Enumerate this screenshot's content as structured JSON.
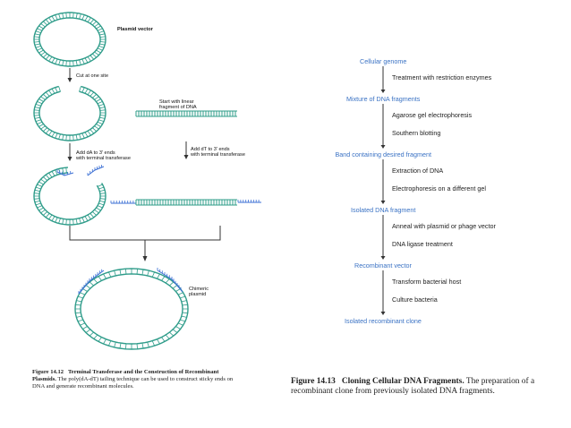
{
  "left_figure": {
    "labels": {
      "plasmid_vector": "Plasmid vector",
      "cut": "Cut at one site",
      "start_linear_1": "Start with linear",
      "start_linear_2": "fragment of DNA",
      "add_da_1": "Add dA to 3' ends",
      "add_da_2": "with terminal transferase",
      "add_dt_1": "Add dT to 3' ends",
      "add_dt_2": "with terminal transferase",
      "chimeric_1": "Chimeric",
      "chimeric_2": "plasmid"
    },
    "caption": {
      "number": "Figure 14.12",
      "title": "Terminal Transferase and the Construction of Recombinant Plasmids.",
      "text": "The poly(dA-dT) tailing technique can be used to construct sticky ends on DNA and generate recombinant molecules."
    },
    "colors": {
      "dna": "#2f9c8a",
      "tail": "#3b6fd4",
      "arrow": "#333333"
    }
  },
  "right_figure": {
    "flow": [
      {
        "stage": "Cellular genome",
        "steps": [
          "Treatment with restriction enzymes"
        ]
      },
      {
        "stage": "Mixture of DNA fragments",
        "steps": [
          "Agarose gel electrophoresis",
          "Southern blotting"
        ]
      },
      {
        "stage": "Band containing desired fragment",
        "steps": [
          "Extraction of DNA",
          "Electrophoresis on a different gel"
        ]
      },
      {
        "stage": "Isolated DNA fragment",
        "steps": [
          "Anneal with plasmid or phage vector",
          "DNA ligase treatment"
        ]
      },
      {
        "stage": "Recombinant vector",
        "steps": [
          "Transform bacterial host",
          "Culture bacteria"
        ]
      },
      {
        "stage": "Isolated recombinant clone",
        "steps": []
      }
    ],
    "caption": {
      "number": "Figure 14.13",
      "title": "Cloning Cellular DNA Fragments.",
      "text": "The preparation of a recombinant clone from previously isolated DNA fragments."
    },
    "colors": {
      "stage": "#3a72c4",
      "step": "#222222"
    }
  }
}
